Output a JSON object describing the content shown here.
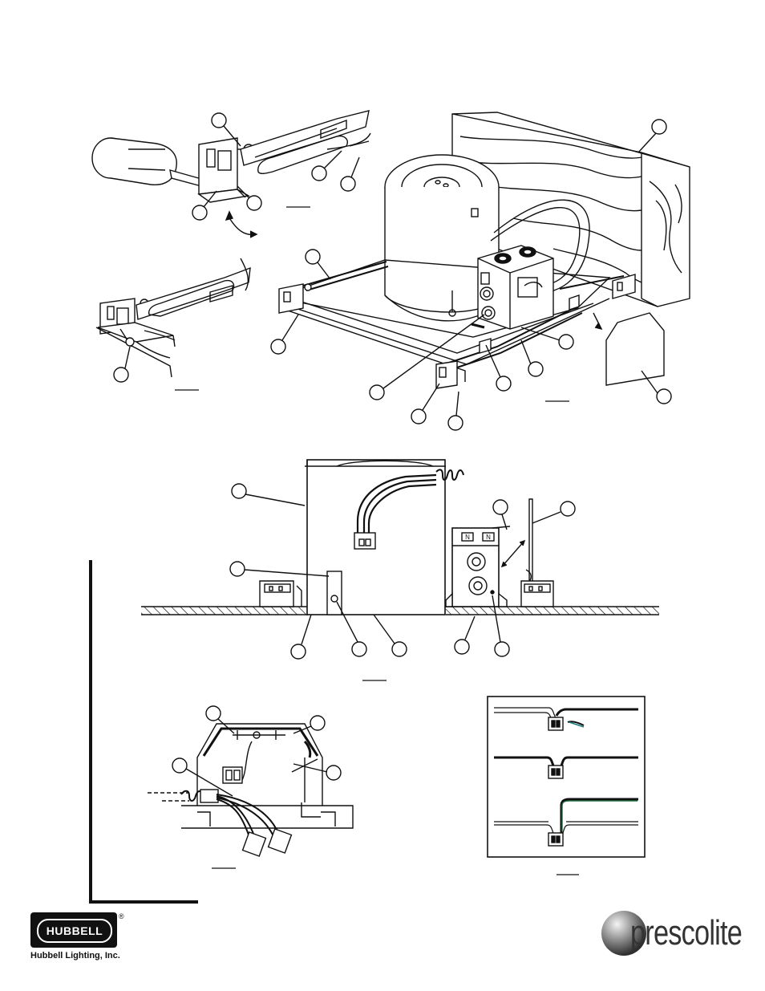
{
  "logos": {
    "hubbell_badge_text": "HUBBELL",
    "hubbell_registered": "®",
    "hubbell_company": "Hubbell Lighting, Inc.",
    "prescolite_word": "prescolite"
  },
  "figure_labels": {
    "tag_n_left": "N",
    "tag_n_right": "N"
  },
  "colors": {
    "ink": "#111111",
    "accent_green": "#1e6b3c",
    "accent_teal": "#1c7c7c"
  }
}
